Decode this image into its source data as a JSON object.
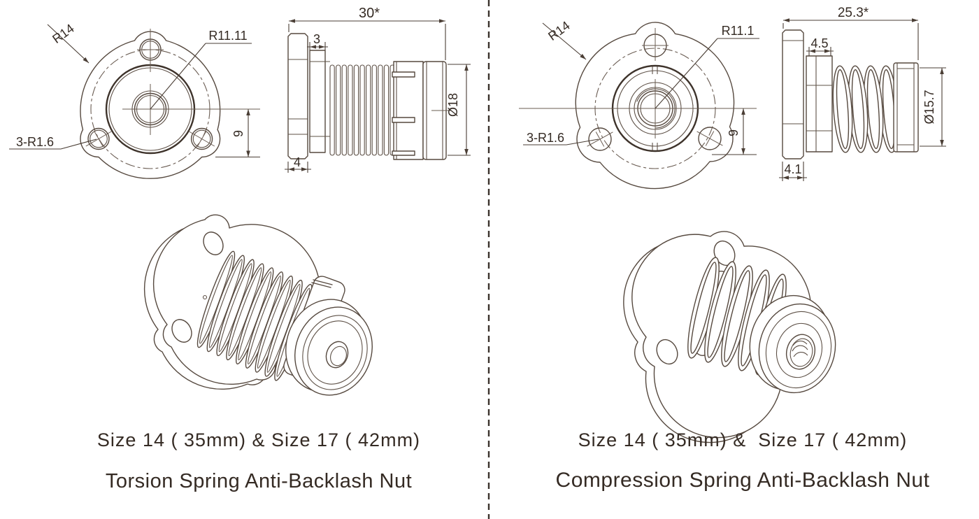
{
  "left_panel": {
    "front_view": {
      "r14": "R14",
      "r11": "R11.11",
      "holes": "3-R1.6",
      "height": "9"
    },
    "side_view": {
      "length": "30*",
      "plate": "3",
      "boss": "4",
      "diameter": "Ø18"
    },
    "caption": {
      "sizes": "Size 14 ( 35mm) & Size 17 ( 42mm)",
      "title": "Torsion Spring Anti-Backlash Nut"
    }
  },
  "right_panel": {
    "front_view": {
      "r14": "R14",
      "r11": "R11.1",
      "holes": "3-R1.6",
      "height": "9"
    },
    "side_view": {
      "length": "25.3*",
      "plate": "4.5",
      "boss": "4.1",
      "diameter": "Ø15.7"
    },
    "caption": {
      "sizes": "Size 14 ( 35mm) &  Size 17 ( 42mm)",
      "title": "Compression Spring Anti-Backlash Nut"
    }
  },
  "colors": {
    "line": "#56493f",
    "bold_line": "#3e332b",
    "centerline": "#6a5c52",
    "text": "#352b24",
    "divider": "#3a322c",
    "background": "#ffffff"
  }
}
